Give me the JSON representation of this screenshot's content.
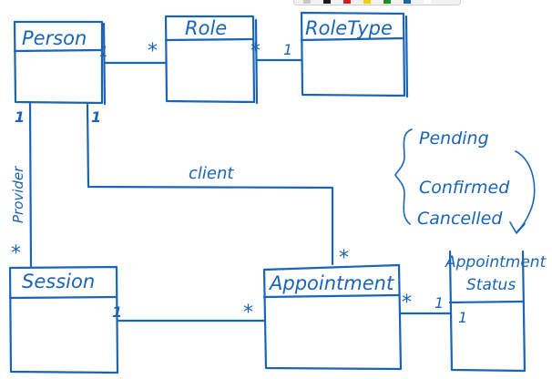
{
  "classes": {
    "person": "Person",
    "role": "Role",
    "role_type": "RoleType",
    "session": "Session",
    "appointment": "Appointment",
    "appointment_status_line1": "Appointment",
    "appointment_status_line2": "Status"
  },
  "associations": {
    "person_role": {
      "left": "1",
      "right": "*"
    },
    "role_roletype": {
      "left": "*",
      "right": "1"
    },
    "person_session": {
      "label": "Provider",
      "top": "1",
      "bottom": "*"
    },
    "person_appointment": {
      "label": "client",
      "top": "1",
      "bottom": "*"
    },
    "session_appointment": {
      "left": "1",
      "right": "*"
    },
    "appointment_status": {
      "left": "*",
      "right": "1",
      "status_inner": "1"
    }
  },
  "status_values": [
    "Pending",
    "Confirmed",
    "Cancelled"
  ],
  "palette": {
    "colors": [
      "#c8c8c8",
      "#1a1a1a",
      "#d81b1b",
      "#f0d000",
      "#1f8f1f",
      "#1a64b8",
      "#ffffff"
    ]
  },
  "colors": {
    "ink": "#1a64b8",
    "background": "#ffffff"
  }
}
